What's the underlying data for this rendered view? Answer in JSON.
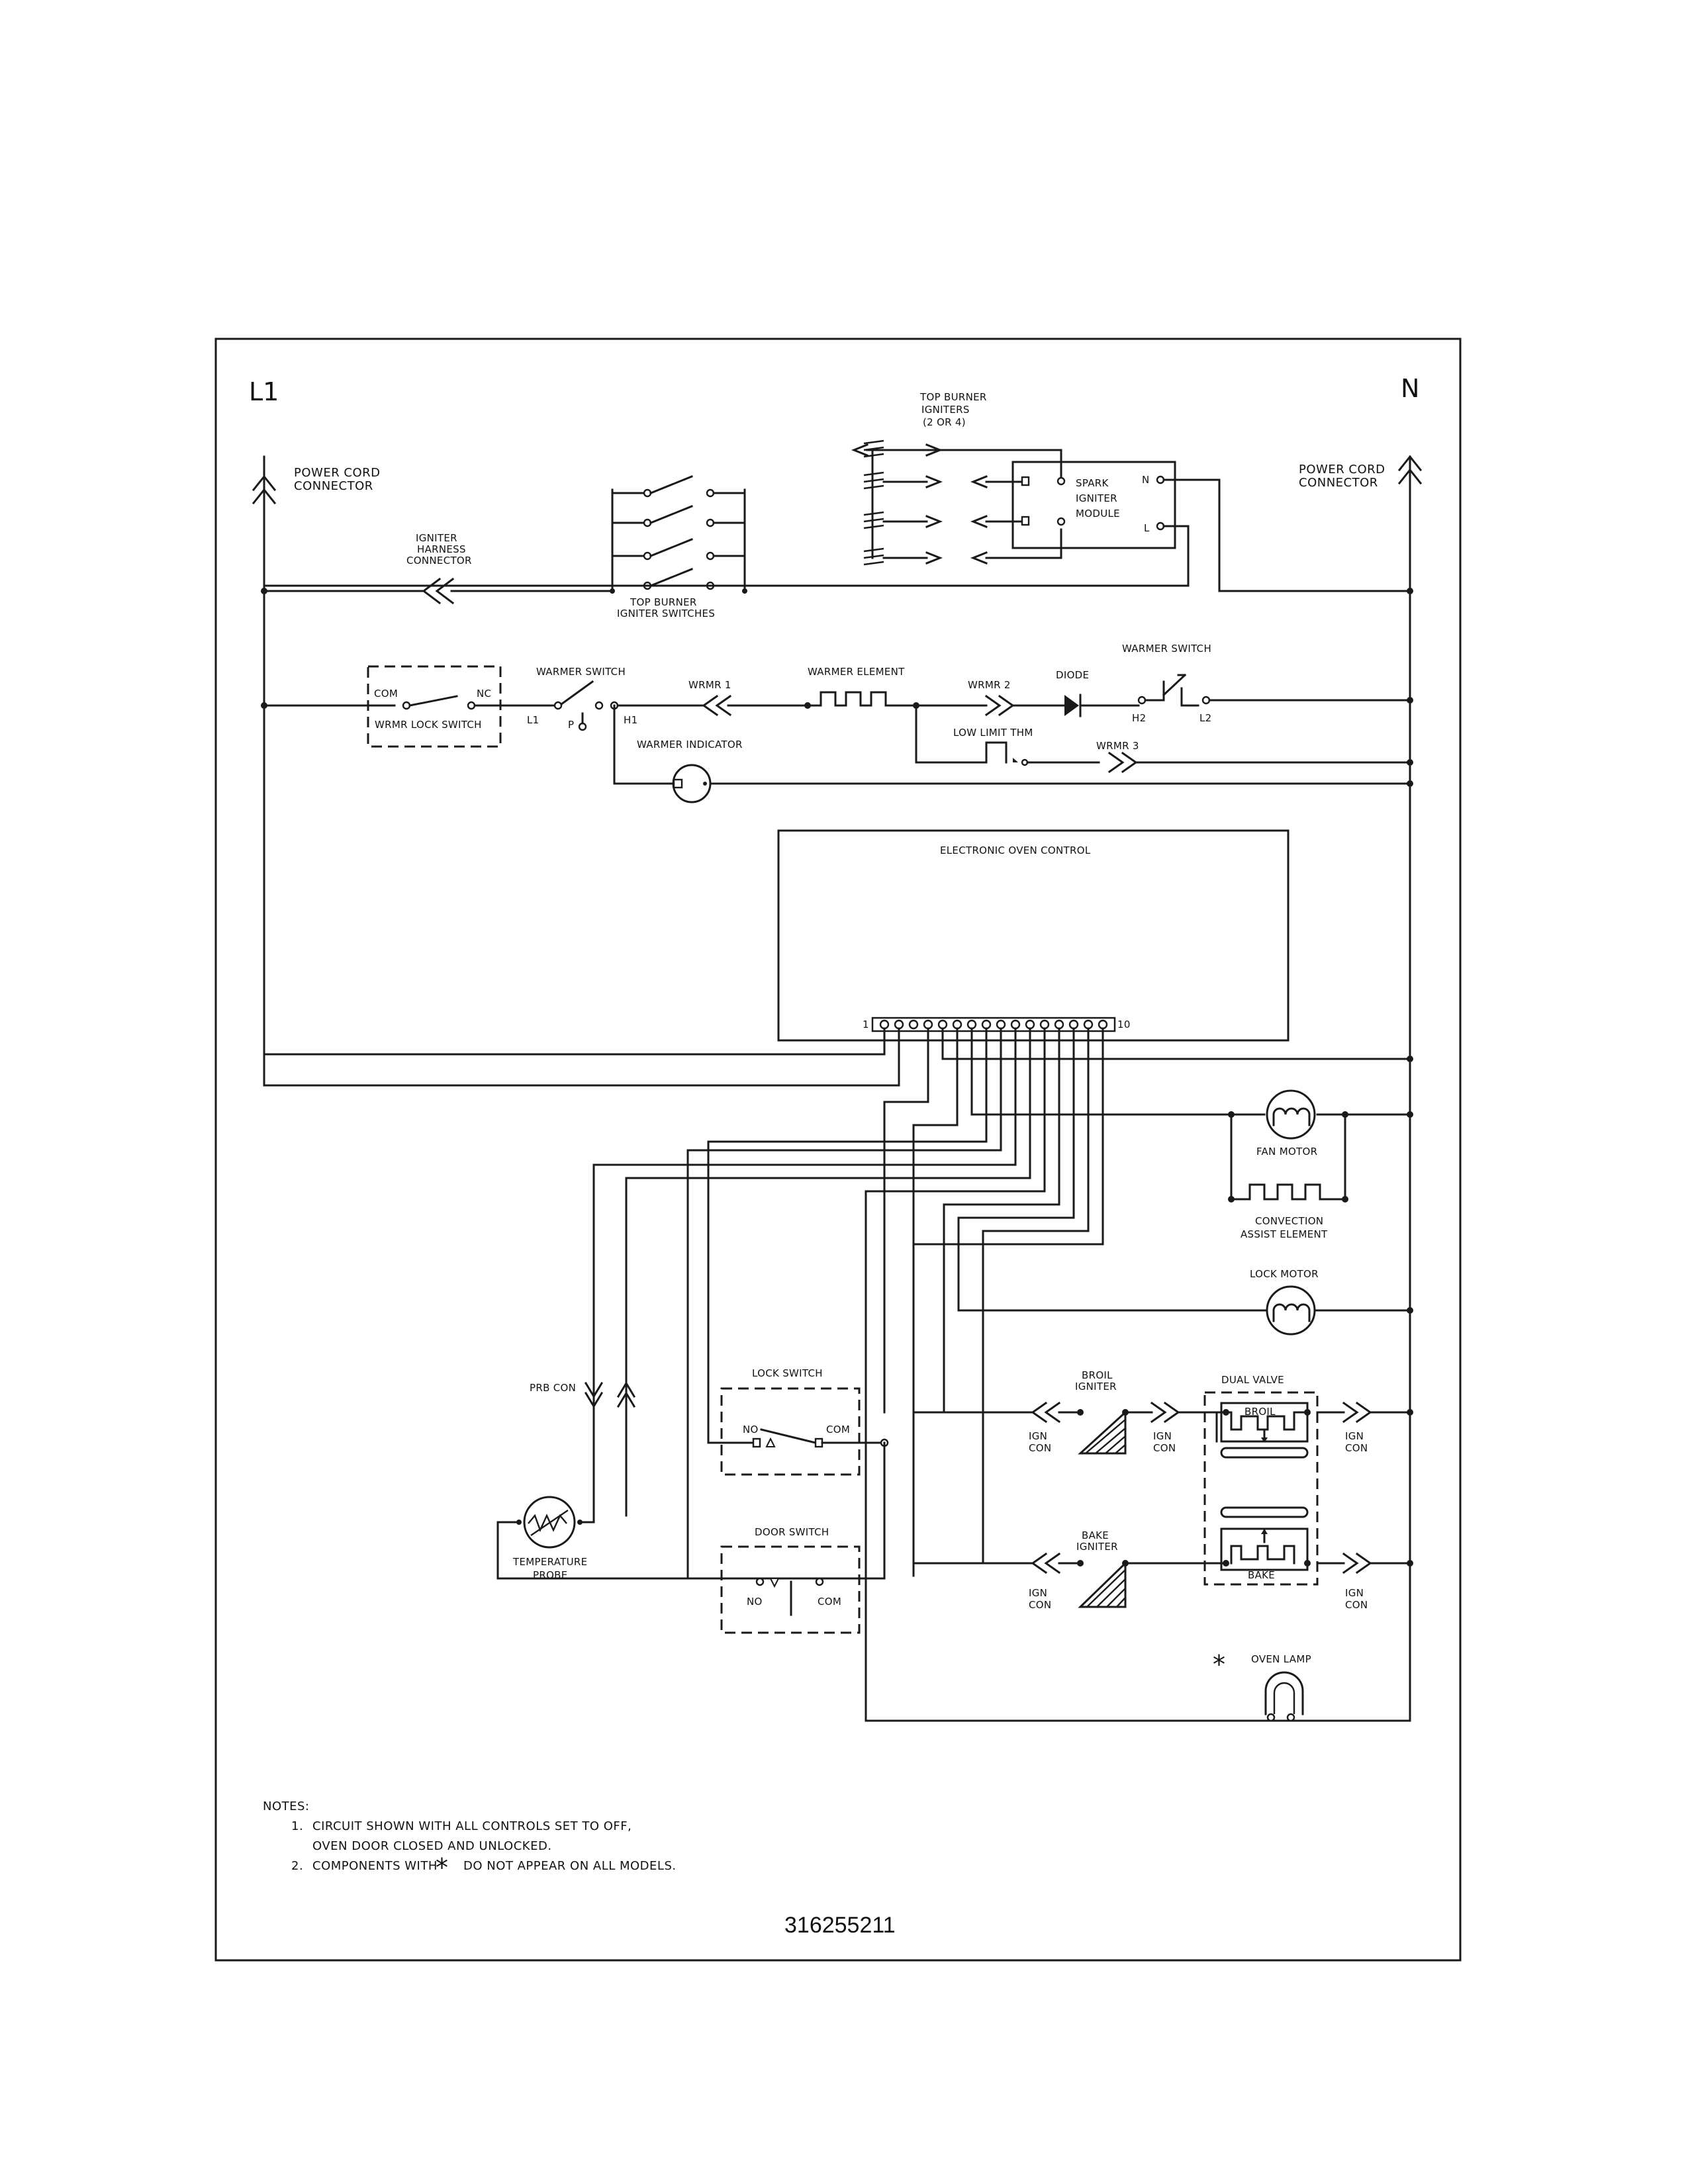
{
  "part_number": "316255211",
  "labels": {
    "l1": "L1",
    "n": "N",
    "power_cord_left": [
      "POWER CORD",
      "CONNECTOR"
    ],
    "power_cord_right": [
      "POWER CORD",
      "CONNECTOR"
    ],
    "igniter_harness": [
      "IGNITER",
      "HARNESS",
      "CONNECTOR"
    ],
    "top_burner_switches": [
      "TOP BURNER",
      "IGNITER SWITCHES"
    ],
    "top_burner_igniters": [
      "TOP BURNER",
      "IGNITERS",
      "(2 OR 4)"
    ],
    "spark_module": [
      "SPARK",
      "IGNITER",
      "MODULE"
    ],
    "spark_n": "N",
    "spark_l": "L",
    "com": "COM",
    "nc": "NC",
    "wrmr_lock_switch": "WRMR LOCK SWITCH",
    "warmer_switch_1": "WARMER SWITCH",
    "l1_small": "L1",
    "p": "P",
    "h1": "H1",
    "wrmr1": "WRMR 1",
    "warmer_element": "WARMER ELEMENT",
    "wrmr2": "WRMR 2",
    "diode": "DIODE",
    "warmer_switch_2": "WARMER SWITCH",
    "h2": "H2",
    "l2": "L2",
    "low_limit_thm": "LOW LIMIT THM",
    "wrmr3": "WRMR 3",
    "warmer_indicator": "WARMER INDICATOR",
    "eoc": "ELECTRONIC OVEN CONTROL",
    "eoc_pin_first": "1",
    "eoc_pin_last": "10",
    "fan_motor": "FAN MOTOR",
    "convection": [
      "CONVECTION",
      "ASSIST ELEMENT"
    ],
    "lock_motor": "LOCK MOTOR",
    "prb_con": "PRB CON",
    "temp_probe": [
      "TEMPERATURE",
      "PROBE"
    ],
    "lock_switch": "LOCK SWITCH",
    "no": "NO",
    "door_switch": "DOOR SWITCH",
    "broil_igniter": [
      "BROIL",
      "IGNITER"
    ],
    "bake_igniter": [
      "BAKE",
      "IGNITER"
    ],
    "ign_con": [
      "IGN",
      "CON"
    ],
    "dual_valve": "DUAL VALVE",
    "broil": "BROIL",
    "bake": "BAKE",
    "asterisk": "*",
    "oven_lamp": "OVEN LAMP"
  },
  "notes": {
    "title": "NOTES:",
    "n1_num": "1.",
    "n1_line1": "CIRCUIT SHOWN WITH ALL CONTROLS SET TO OFF,",
    "n1_line2": "OVEN DOOR CLOSED AND UNLOCKED.",
    "n2_num": "2.",
    "n2_pre": "COMPONENTS WITH",
    "n2_star": "*",
    "n2_post": "DO NOT APPEAR ON ALL MODELS."
  }
}
